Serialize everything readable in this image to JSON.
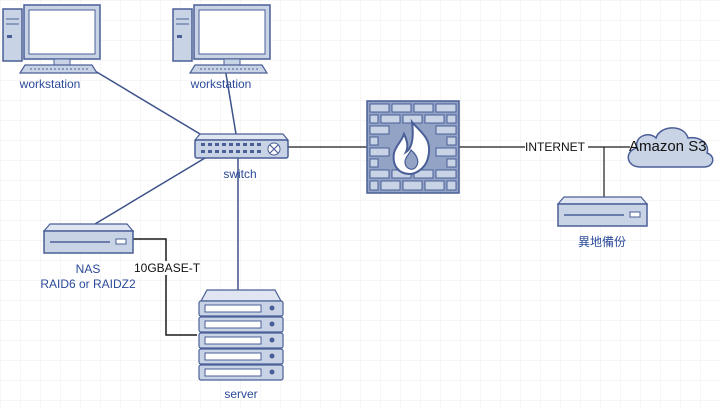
{
  "nodes": {
    "workstation_1": {
      "label": "workstation"
    },
    "workstation_2": {
      "label": "workstation"
    },
    "switch": {
      "label": "switch"
    },
    "nas": {
      "label": "NAS",
      "sublabel": "RAID6 or RAIDZ2"
    },
    "server": {
      "label": "server"
    },
    "firewall": {
      "label": ""
    },
    "cloud": {
      "label": "Amazon S3"
    },
    "offsite_backup": {
      "label": "異地備份"
    }
  },
  "links": {
    "nas_server": {
      "label": "10GBASE-T"
    },
    "internet": {
      "label": "INTERNET"
    }
  },
  "colors": {
    "device_fill": "#c9d3e6",
    "device_stroke": "#4a5f97",
    "firewall_fill": "#93a3c5",
    "label_blue": "#2b4a9a",
    "line_blue": "#3d528a",
    "line_black": "#1a1a1a",
    "grid": "#ececec"
  }
}
